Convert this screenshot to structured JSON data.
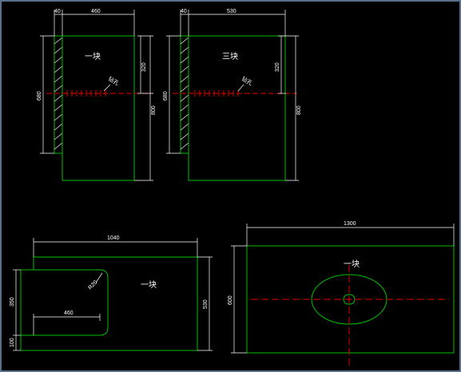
{
  "colors": {
    "background": "#000000",
    "outline": "#00c000",
    "dimension": "#ffffff",
    "center_line": "#e00000",
    "hatch": "#ffffff",
    "frame": "#5a6f8c"
  },
  "panels": {
    "top_left": {
      "label": "一块",
      "annotation": "钻孔",
      "dims": {
        "w_small": "40",
        "w_main": "460",
        "h_upper": "320",
        "h_right": "800",
        "h_left": "680"
      }
    },
    "top_mid": {
      "label": "三块",
      "annotation": "钻孔",
      "dims": {
        "w_small": "40",
        "w_main": "530",
        "h_upper": "320",
        "h_right": "800",
        "h_left": "680"
      }
    },
    "bottom_left": {
      "label": "一块",
      "annotation": "R20",
      "dims": {
        "width": "1040",
        "inner_w": "460",
        "h_left_upper": "350",
        "h_left_lower": "100",
        "h_right": "530"
      }
    },
    "bottom_right": {
      "label": "一块",
      "dims": {
        "width": "1300",
        "height": "600"
      }
    }
  }
}
